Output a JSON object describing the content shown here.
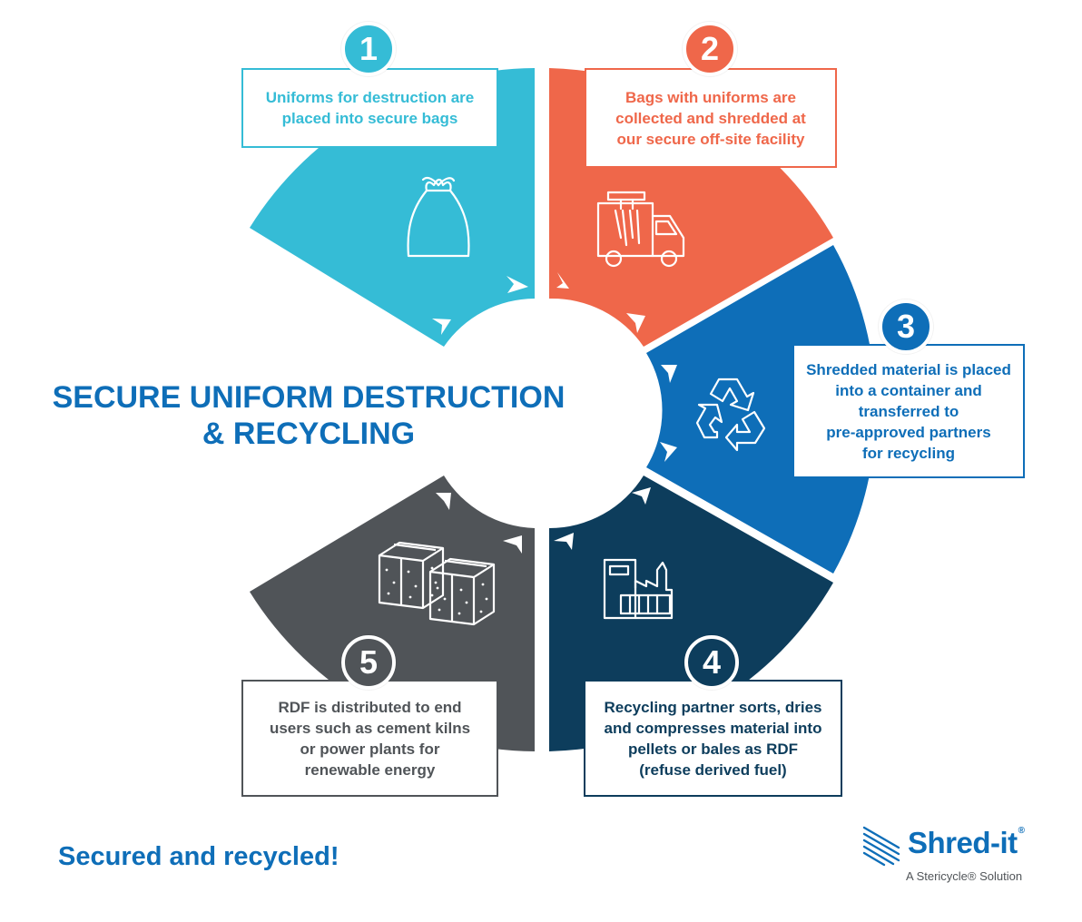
{
  "title": {
    "line1": "SECURE UNIFORM DESTRUCTION",
    "line2": "& RECYCLING"
  },
  "tagline": "Secured and recycled!",
  "colors": {
    "step1": "#35bcd6",
    "step2": "#ef674a",
    "step3": "#0e6eb8",
    "step4": "#0d3d5c",
    "step5": "#505458",
    "title": "#0e6eb8"
  },
  "steps": [
    {
      "number": "1",
      "icon": "trash-bag-icon",
      "lines": [
        "Uniforms for destruction are",
        "placed into secure bags"
      ]
    },
    {
      "number": "2",
      "icon": "shred-truck-icon",
      "lines": [
        "Bags with uniforms are",
        "collected and shredded at",
        "our secure off-site facility"
      ]
    },
    {
      "number": "3",
      "icon": "recycle-icon",
      "lines": [
        "Shredded material is placed",
        "into a container and",
        "transferred to",
        "pre-approved partners",
        "for recycling"
      ]
    },
    {
      "number": "4",
      "icon": "factory-icon",
      "lines": [
        "Recycling partner sorts, dries",
        "and compresses material into",
        "pellets or bales as RDF",
        "(refuse derived fuel)"
      ]
    },
    {
      "number": "5",
      "icon": "bales-icon",
      "lines": [
        "RDF is distributed to end",
        "users such as cement kilns",
        "or power plants for",
        "renewable energy"
      ]
    }
  ],
  "logo": {
    "wordmark": "Shred-it",
    "registered": "®",
    "subline": "A Stericycle® Solution"
  }
}
